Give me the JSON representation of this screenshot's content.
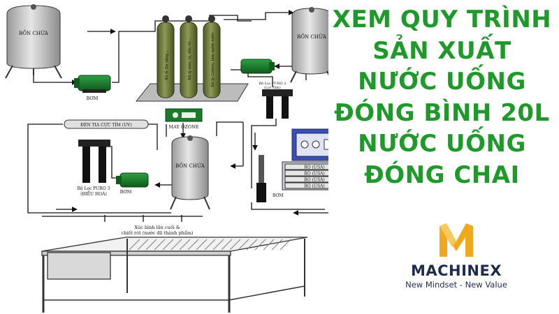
{
  "headline": {
    "lines": [
      "XEM QUY TRÌNH",
      "SẢN XUẤT",
      "NƯỚC UỐNG",
      "ĐÓNG BÌNH 20L",
      "NƯỚC UỐNG",
      "ĐÓNG CHAI"
    ]
  },
  "brand": {
    "logo_letter": "M",
    "name": "MACHINEX",
    "tagline": "New Mindset - New Value"
  },
  "diagram": {
    "tank_1_label": "BỒN CHỨA",
    "tank_2_label": "BỒN CHỨA",
    "tank_3_label": "BỒN CHỨA",
    "pump_1_label": "BƠM",
    "pump_2_label": "BƠM",
    "pump_3_label": "BƠM",
    "column_1_label": "Xử lý Đa tầng...",
    "column_2_label": "Xử lý mùi, vị, độc tố...",
    "column_3_label": "Xử lý Cation, làm mềm nước",
    "puro2_label": "Bộ Lọc PURO 2",
    "puro2_sub": "(Lọc Tinh)",
    "uv_label": "ĐÈN TIA CỰC TÍM (UV)",
    "ozone_label": "MAY OZONE",
    "puro3_label": "Bộ Lọc PURO 3",
    "puro3_sub": "(ĐIỀU HOÀ)",
    "ro_labels": [
      "RO (USA)",
      "RO (USA)",
      "RO (USA)",
      "RO (USA)"
    ],
    "rinse_label": "Xúc bình lần cuối &",
    "fill_label": "chiết rót (nước đã thành phẩm)"
  },
  "colors": {
    "headline": "#1f9a2a",
    "pump_green": "#1c7a2c",
    "column_green": "#6f7c3e",
    "tank_grey": "#c7c7c7",
    "brand_gold": "#f0a81c",
    "brand_navy": "#1e2d4f",
    "ro_blue": "#2c3f99"
  }
}
